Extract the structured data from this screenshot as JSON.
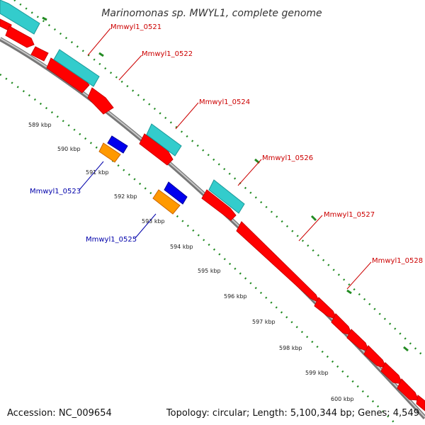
{
  "title": "Marinomonas sp. MWYL1, complete genome",
  "footer": {
    "accession": "Accession: NC_009654",
    "summary": "Topology: circular; Length: 5,100,344 bp; Genes: 4,549"
  },
  "colors": {
    "forward_cds": "#ff0000",
    "forward_rna": "#33cccc",
    "reverse_cds": "#0000ee",
    "reverse_rna": "#ff9900",
    "backbone": "#999999",
    "tick": "#228b22",
    "forward_label": "#cc0000",
    "reverse_label": "#0000aa"
  },
  "ticks": [
    "589 kbp",
    "590 kbp",
    "591 kbp",
    "592 kbp",
    "593 kbp",
    "594 kbp",
    "595 kbp",
    "596 kbp",
    "597 kbp",
    "598 kbp",
    "599 kbp",
    "600 kbp"
  ],
  "forward_labels": [
    "Mmwyl1_0521",
    "Mmwyl1_0522",
    "Mmwyl1_0524",
    "Mmwyl1_0526",
    "Mmwyl1_0527",
    "Mmwyl1_0528"
  ],
  "reverse_labels": [
    "Mmwyl1_0523",
    "Mmwyl1_0525"
  ]
}
